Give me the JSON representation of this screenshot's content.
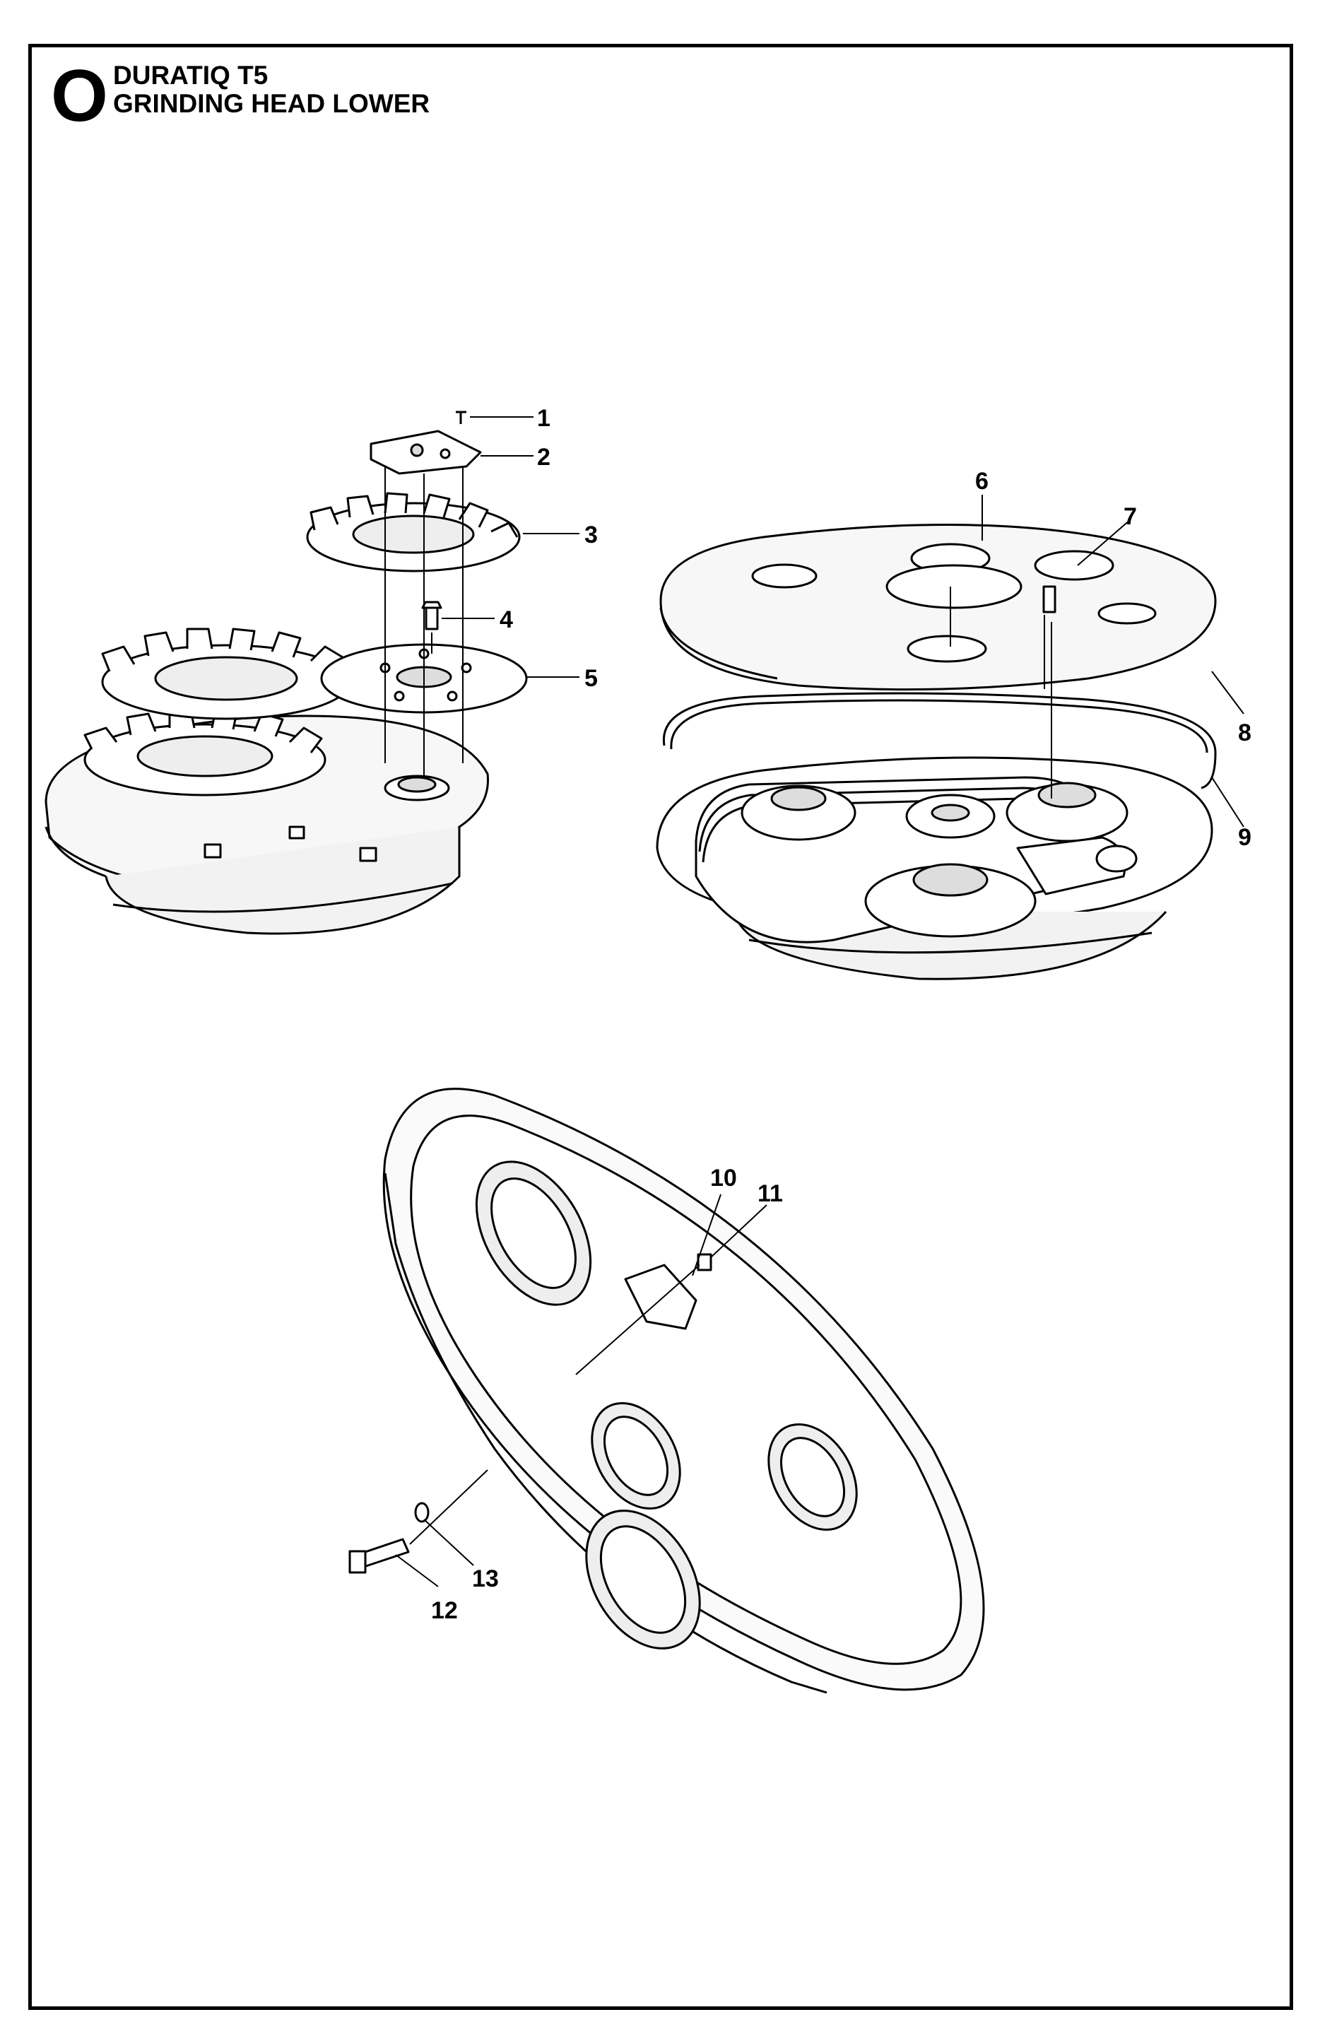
{
  "header": {
    "section_letter": "O",
    "model": "DURATIQ T5",
    "assembly": "GRINDING HEAD LOWER"
  },
  "callouts": [
    "1",
    "2",
    "3",
    "4",
    "5",
    "6",
    "7",
    "8",
    "9",
    "10",
    "11",
    "12",
    "13"
  ]
}
